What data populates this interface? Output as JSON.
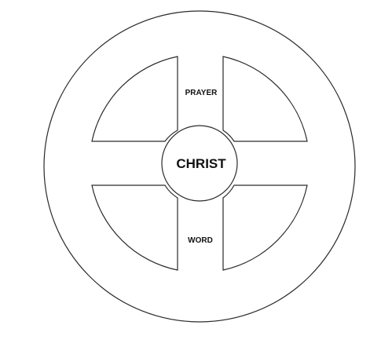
{
  "diagram": {
    "center_label": "CHRIST",
    "top_label": "PRAYER",
    "bottom_label": "WORD"
  },
  "colors": {
    "stroke": "#2a2a2a",
    "background": "#ffffff",
    "text": "#111111"
  }
}
